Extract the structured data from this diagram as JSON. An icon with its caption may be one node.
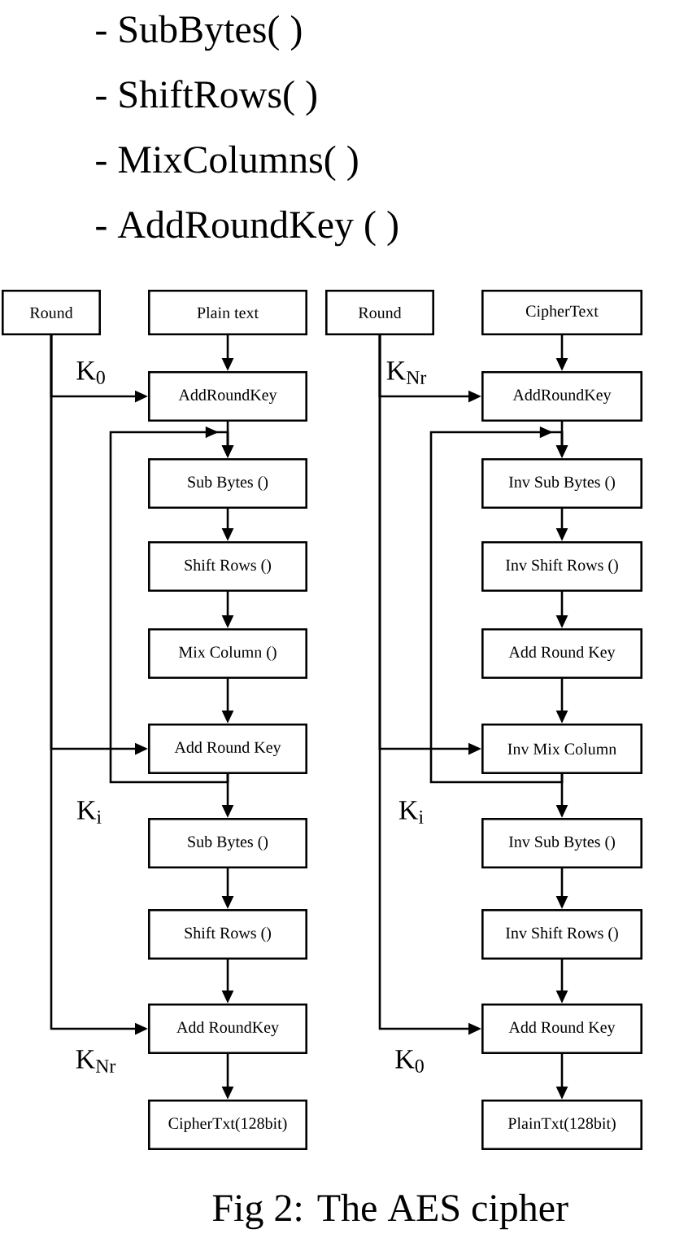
{
  "diagram": {
    "caption": "Fig 2: The AES cipher",
    "nodes": [
      {
        "text": [
          "Round"
        ]
      },
      {
        "text": [
          "Plain text"
        ]
      },
      {
        "text": [
          "AddRoundKey"
        ]
      },
      {
        "text": [
          "Sub Bytes ()"
        ]
      },
      {
        "text": [
          "Shift Rows ()"
        ]
      },
      {
        "text": [
          "Mix Column ()"
        ]
      },
      {
        "text": [
          "Add Round Key"
        ]
      },
      {
        "text": [
          "Sub Bytes ()"
        ]
      },
      {
        "text": [
          "Shift Rows ()"
        ]
      },
      {
        "text": [
          "Add RoundKey"
        ]
      },
      {
        "text": [
          "CipherTxt(128bit)"
        ]
      },
      {
        "text": [
          "Round"
        ]
      },
      {
        "text": [
          "CipherText"
        ]
      },
      {
        "text": [
          "AddRoundKey"
        ]
      },
      {
        "text": [
          "Inv Sub Bytes ()"
        ]
      },
      {
        "text": [
          "Inv Shift Rows ()"
        ]
      },
      {
        "text": [
          "Add Round Key"
        ]
      },
      {
        "text": [
          "Inv Mix Column"
        ]
      },
      {
        "text": [
          "Inv Sub Bytes ()"
        ]
      },
      {
        "text": [
          "Inv Shift Rows ()"
        ]
      },
      {
        "text": [
          "Add Round Key"
        ]
      },
      {
        "text": [
          "PlainTxt(128bit)"
        ]
      }
    ],
    "edges": [
      {
        "from": 0,
        "to": 2,
        "arrow": "to",
        "label": "K$_{0}$"
      },
      {
        "from": 0,
        "to": 6,
        "arrow": "to",
        "label": "K$_{i}$"
      },
      {
        "from": 0,
        "to": 9,
        "arrow": "to",
        "label": "K$_{Nr}$"
      },
      {
        "from": 1,
        "to": 2,
        "arrow": "to"
      },
      {
        "from": 2,
        "to": 3,
        "arrow": "to"
      },
      {
        "from": 3,
        "to": 4,
        "arrow": "to"
      },
      {
        "from": 4,
        "to": 5,
        "arrow": "to"
      },
      {
        "from": 5,
        "to": 6,
        "arrow": "to"
      },
      {
        "from": 6,
        "to": 7,
        "arrow": "to"
      },
      {
        "from": 7,
        "to": 8,
        "arrow": "to"
      },
      {
        "from": 8,
        "to": 9,
        "arrow": "to"
      },
      {
        "from": 9,
        "to": 10,
        "arrow": "to"
      },
      {
        "from": 6,
        "to": 3,
        "arrow": "to"
      },
      {
        "from": 11,
        "to": 13,
        "arrow": "to",
        "label": "K$_{Nr}$"
      },
      {
        "from": 11,
        "to": 17,
        "arrow": "to",
        "label": "K$_{i}$"
      },
      {
        "from": 11,
        "to": 20,
        "arrow": "to",
        "label": "K$_{0}$"
      },
      {
        "from": 12,
        "to": 13,
        "arrow": "to"
      },
      {
        "from": 13,
        "to": 14,
        "arrow": "to"
      },
      {
        "from": 14,
        "to": 15,
        "arrow": "to"
      },
      {
        "from": 15,
        "to": 16,
        "arrow": "to"
      },
      {
        "from": 16,
        "to": 17,
        "arrow": "to"
      },
      {
        "from": 17,
        "to": 18,
        "arrow": "to"
      },
      {
        "from": 18,
        "to": 19,
        "arrow": "to"
      },
      {
        "from": 19,
        "to": 20,
        "arrow": "to"
      },
      {
        "from": 20,
        "to": 21,
        "arrow": "to"
      },
      {
        "from": 17,
        "to": 14,
        "arrow": "to"
      }
    ],
    "labels": [
      "- SubBytes( )",
      "- ShiftRows( )",
      "- MixColumns( )",
      "- AddRoundKey ( )"
    ]
  }
}
